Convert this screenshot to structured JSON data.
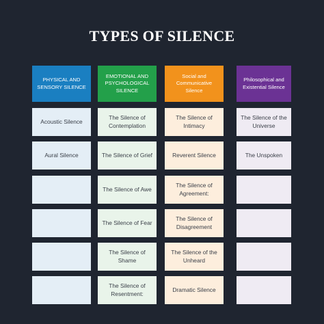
{
  "title": "TYPES OF SILENCE",
  "colors": {
    "background": "#1f2530",
    "physical": "#1a7fc1",
    "emotional": "#23a04a",
    "social": "#f2921c",
    "philosophical": "#6b3294"
  },
  "headers": [
    "PHYSICAL AND SENSORY SILENCE",
    "EMOTIONAL AND PSYCHOLOGICAL SILENCE",
    "Social and Communicative Silence",
    "Philosophical and Existential Silence"
  ],
  "rows": [
    [
      "Acoustic Silence",
      "The Silence of Contemplation",
      "The Silence of Intimacy",
      "The Silence of the Universe"
    ],
    [
      "Aural Silence",
      "The Silence of Grief",
      "Reverent Silence",
      "The Unspoken"
    ],
    [
      "",
      "The Silence of Awe",
      "The Silence of Agreement:",
      ""
    ],
    [
      "",
      "The Silence of Fear",
      "The Silence of Disagreement",
      ""
    ],
    [
      "",
      "The Silence of Shame",
      "The Silence of the Unheard",
      ""
    ],
    [
      "",
      "The Silence of Resentment:",
      "Dramatic Silence",
      ""
    ]
  ]
}
